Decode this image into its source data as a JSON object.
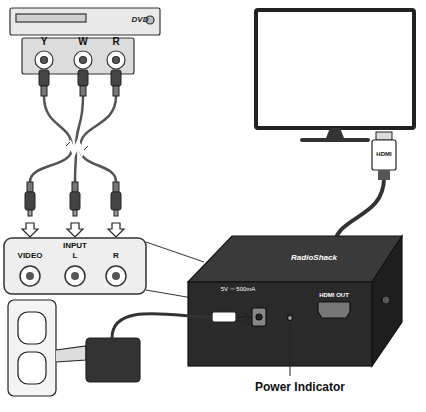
{
  "diagram": {
    "nodes": [
      {
        "text": [
          "DVD",
          "Y",
          "W",
          "R"
        ]
      },
      {
        "text": [
          "INPUT",
          "VIDEO",
          "L",
          "R"
        ]
      },
      {
        "text": [
          "RadioShack",
          "5V ⎓ 500mA",
          "HDMI OUT"
        ]
      }
    ],
    "edges": [
      {
        "from": 0,
        "to": 1,
        "arrow": "to"
      }
    ],
    "labels": [
      "HDMI",
      "Power Indicator"
    ]
  }
}
